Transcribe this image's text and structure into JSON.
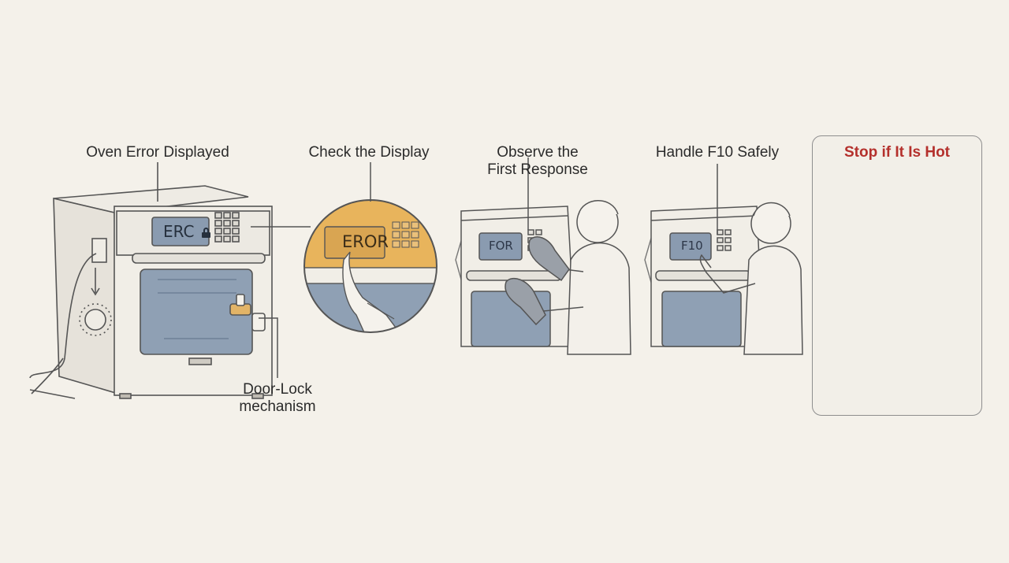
{
  "steps": [
    {
      "id": "error",
      "title": "Oven Error Displayed",
      "display": "ERC"
    },
    {
      "id": "check",
      "title": "Check the Display",
      "display": "EROR"
    },
    {
      "id": "observe",
      "title_line1": "Observe the",
      "title_line2": "First Response",
      "display": "FOR"
    },
    {
      "id": "handle",
      "title": "Handle F10 Safely",
      "display": "F10"
    },
    {
      "id": "stop",
      "title": "Stop if It Is Hot"
    }
  ],
  "callouts": {
    "door_lock_line1": "Door-Lock",
    "door_lock_line2": "mechanism"
  },
  "colors": {
    "background": "#f4f1ea",
    "display_fill": "#8a9bb0",
    "window_fill": "#8fa0b4",
    "highlight": "#e8b45c",
    "heat": "#e0604a",
    "warning_text": "#b4302c"
  },
  "icons": [
    "lock-icon",
    "heat-wave-icon"
  ]
}
